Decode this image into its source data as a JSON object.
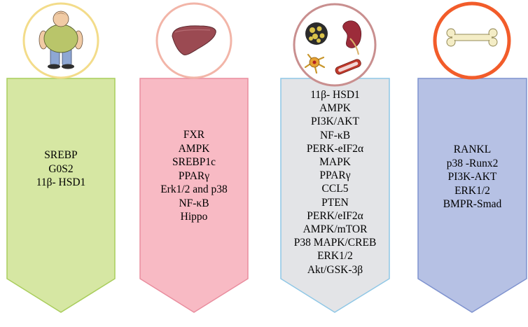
{
  "columns": [
    {
      "icon": "obese-person-icon",
      "ring_color": "#F3DC8A",
      "fill_color": "#D6E7A3",
      "stroke_color": "#A9CD5C",
      "items": [
        "SREBP",
        "G0S2",
        "11β- HSD1"
      ]
    },
    {
      "icon": "liver-icon",
      "ring_color": "#F2B5A8",
      "fill_color": "#F8BAC4",
      "stroke_color": "#E98D9E",
      "items": [
        "FXR",
        "AMPK",
        "SREBP1c",
        "PPARγ",
        "Erk1/2 and p38",
        "NF-κB",
        "Hippo"
      ]
    },
    {
      "icon": "tissues-cluster-icon",
      "ring_color": "#C98F8F",
      "fill_color": "#E3E4E7",
      "stroke_color": "#8FC7E6",
      "items": [
        "11β- HSD1",
        "AMPK",
        "PI3K/AKT",
        "NF-κB",
        "PERK-eIF2α",
        "MAPK",
        "PPARγ",
        "CCL5",
        "PTEN",
        "PERK/eIF2α",
        "AMPK/mTOR",
        "P38 MAPK/CREB",
        "ERK1/2",
        "Akt/GSK-3β"
      ]
    },
    {
      "icon": "bone-icon",
      "ring_color": "#F25C2A",
      "fill_color": "#B6C1E4",
      "stroke_color": "#7F93CF",
      "items": [
        "RANKL",
        "p38 -Runx2",
        "PI3K-AKT",
        "ERK1/2",
        "BMPR-Smad"
      ]
    }
  ]
}
